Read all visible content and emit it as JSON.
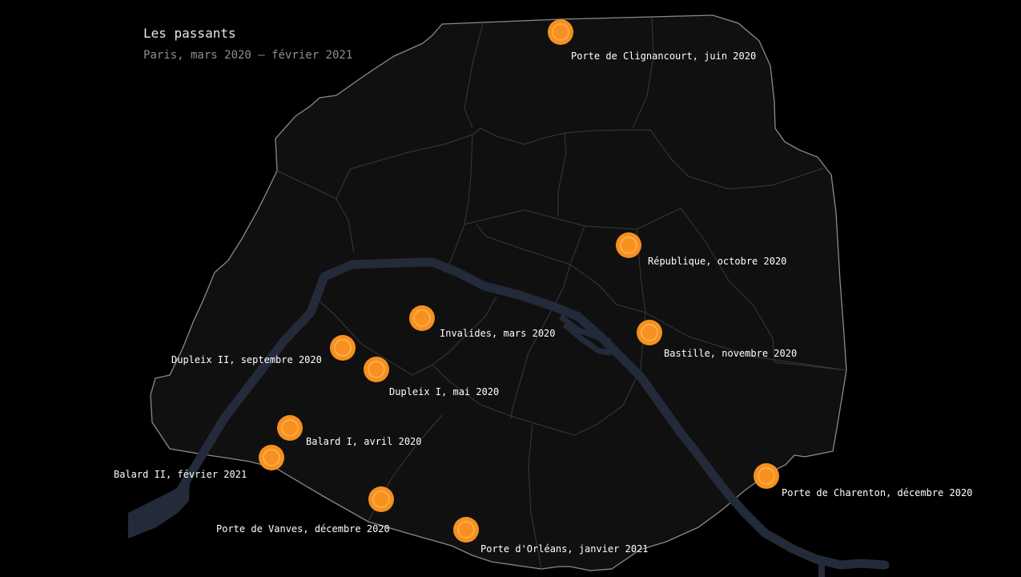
{
  "header": {
    "title": "Les passants",
    "subtitle": "Paris, mars 2020 — février 2021"
  },
  "colors": {
    "background": "#000000",
    "land": "#101010",
    "border": "#8a8a8a",
    "arrondissement_line": "#3a3a3a",
    "river": "#232b3a",
    "marker": "#f7901e",
    "marker_inner": "#ffad4d"
  },
  "locations": [
    {
      "name": "porte-de-clignancourt",
      "label": "Porte de Clignancourt, juin 2020"
    },
    {
      "name": "republique",
      "label": "République, octobre 2020"
    },
    {
      "name": "invalides",
      "label": "Invalides, mars 2020"
    },
    {
      "name": "bastille",
      "label": "Bastille, novembre 2020"
    },
    {
      "name": "dupleix-ii",
      "label": "Dupleix II, septembre 2020"
    },
    {
      "name": "dupleix-i",
      "label": "Dupleix I, mai 2020"
    },
    {
      "name": "balard-i",
      "label": "Balard I, avril 2020"
    },
    {
      "name": "balard-ii",
      "label": "Balard II, février 2021"
    },
    {
      "name": "porte-de-charenton",
      "label": "Porte de Charenton, décembre 2020"
    },
    {
      "name": "porte-de-vanves",
      "label": "Porte de Vanves, décembre 2020"
    },
    {
      "name": "porte-d-orleans",
      "label": "Porte d'Orléans, janvier 2021"
    }
  ]
}
